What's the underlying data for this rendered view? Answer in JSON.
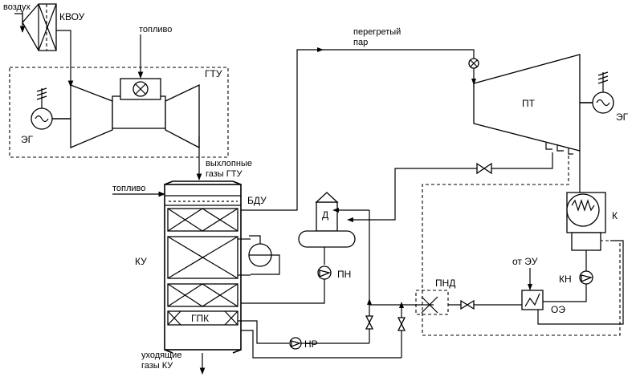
{
  "labels": {
    "air": "воздух",
    "kvou": "КВОУ",
    "fuel_top": "топливо",
    "gtu": "ГТУ",
    "eg_left": "ЭГ",
    "exhaust_line1": "выхлопные",
    "exhaust_line2": "газы ГТУ",
    "fuel_left": "топливо",
    "bdu": "БДУ",
    "ku": "КУ",
    "gpk": "ГПК",
    "outgoing_line1": "уходящие",
    "outgoing_line2": "газы КУ",
    "steam_line1": "перегретый",
    "steam_line2": "пар",
    "pt": "ПТ",
    "eg_right": "ЭГ",
    "d": "Д",
    "pn": "ПН",
    "pnd": "ПНД",
    "nr": "НР",
    "k": "К",
    "ot_eu": "от ЭУ",
    "kn": "КН",
    "oe": "ОЭ"
  }
}
